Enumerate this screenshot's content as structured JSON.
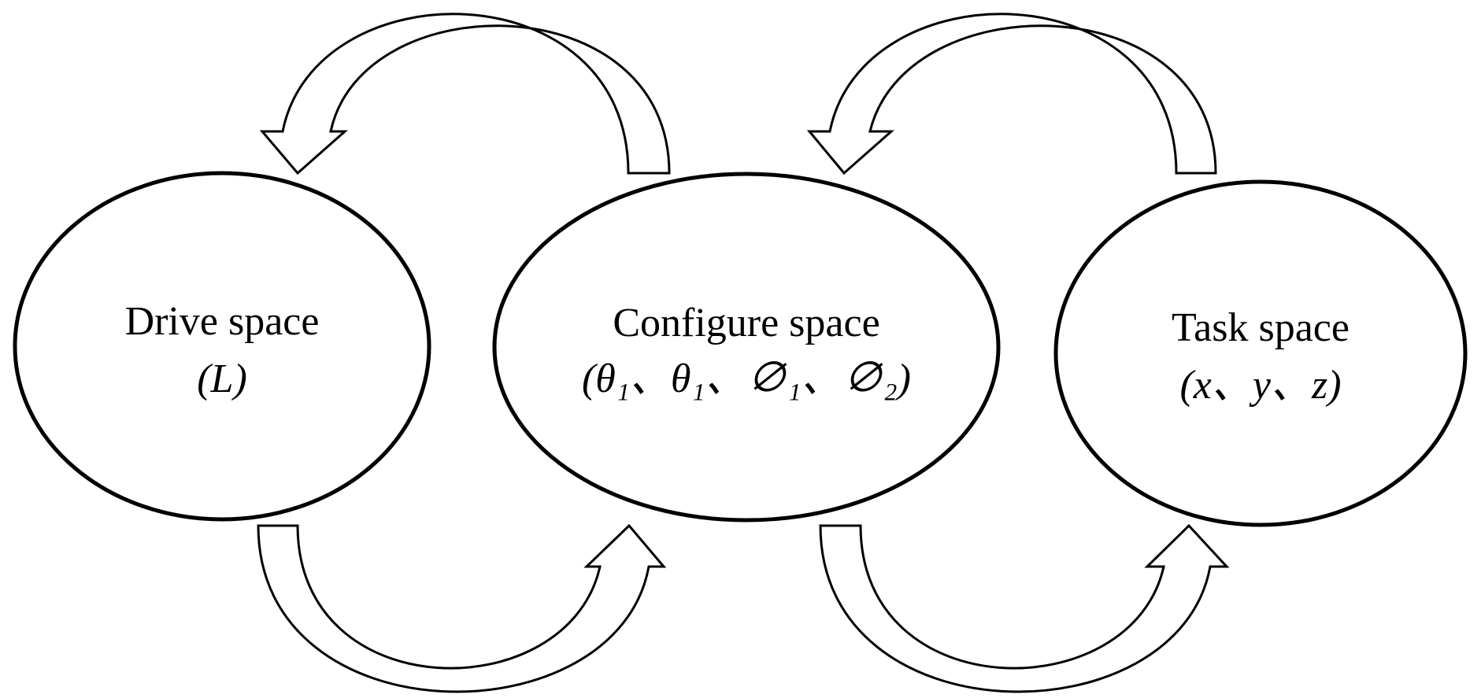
{
  "diagram": {
    "nodes": [
      {
        "id": "drive",
        "title": "Drive space",
        "vars": "(L)"
      },
      {
        "id": "configure",
        "title": "Configure space",
        "vars": "(θ₁、θ₁、∅₁、∅₂)"
      },
      {
        "id": "task",
        "title": "Task space",
        "vars": "(x、y、z)"
      }
    ],
    "arrows": [
      {
        "id": "configure-to-drive",
        "from": "configure",
        "to": "drive"
      },
      {
        "id": "drive-to-configure",
        "from": "drive",
        "to": "configure"
      },
      {
        "id": "task-to-configure",
        "from": "task",
        "to": "configure"
      },
      {
        "id": "configure-to-task",
        "from": "configure",
        "to": "task"
      }
    ]
  }
}
